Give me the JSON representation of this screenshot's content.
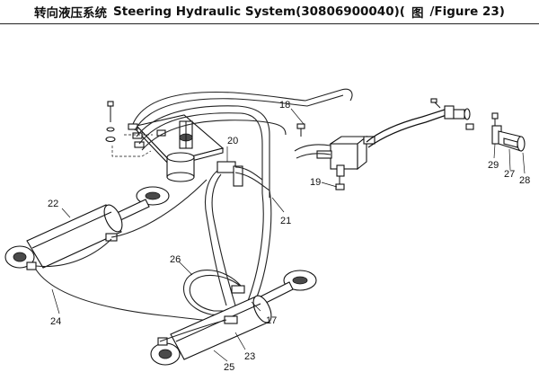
{
  "title": {
    "chinese": "转向液压系统",
    "english": "Steering Hydraulic System(30806900040)(",
    "figure_cn": "图",
    "figure_en": "/Figure 23)"
  },
  "callouts": [
    "17",
    "18",
    "19",
    "20",
    "21",
    "22",
    "23",
    "24",
    "25",
    "26",
    "27",
    "28",
    "29"
  ]
}
